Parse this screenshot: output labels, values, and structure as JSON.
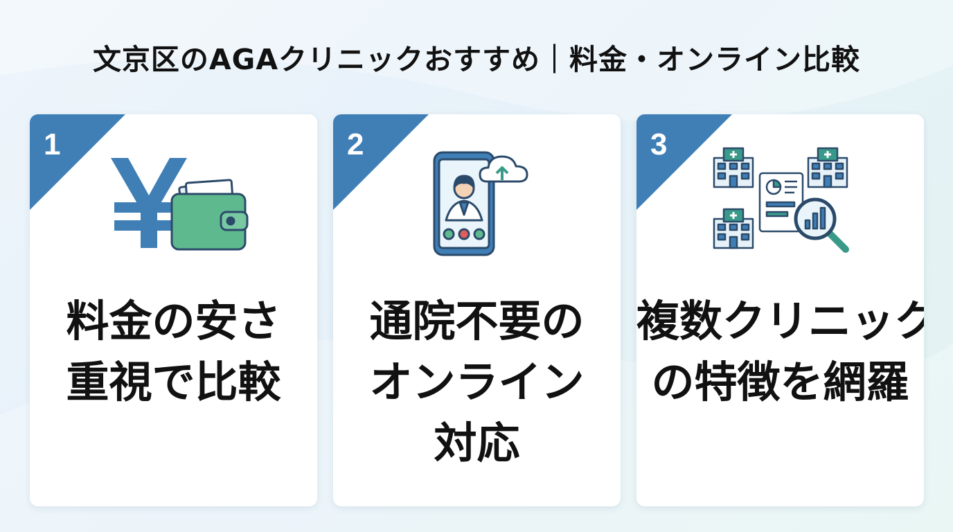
{
  "page": {
    "title": "文京区のAGAクリニックおすすめ｜料金・オンライン比較"
  },
  "colors": {
    "accent_blue": "#3f7fb6",
    "accent_teal": "#3a9a8a",
    "wallet_green": "#5fb98f",
    "navy": "#2b4a6a"
  },
  "cards": [
    {
      "number": "1",
      "icon": "yen-wallet-icon",
      "lines": [
        "料金の安さ",
        "重視で比較"
      ]
    },
    {
      "number": "2",
      "icon": "smartphone-video-call-icon",
      "lines": [
        "通院不要の",
        "オンライン",
        "対応"
      ]
    },
    {
      "number": "3",
      "icon": "clinic-comparison-search-icon",
      "lines": [
        "複数クリニック",
        "の特徴を網羅"
      ]
    }
  ]
}
